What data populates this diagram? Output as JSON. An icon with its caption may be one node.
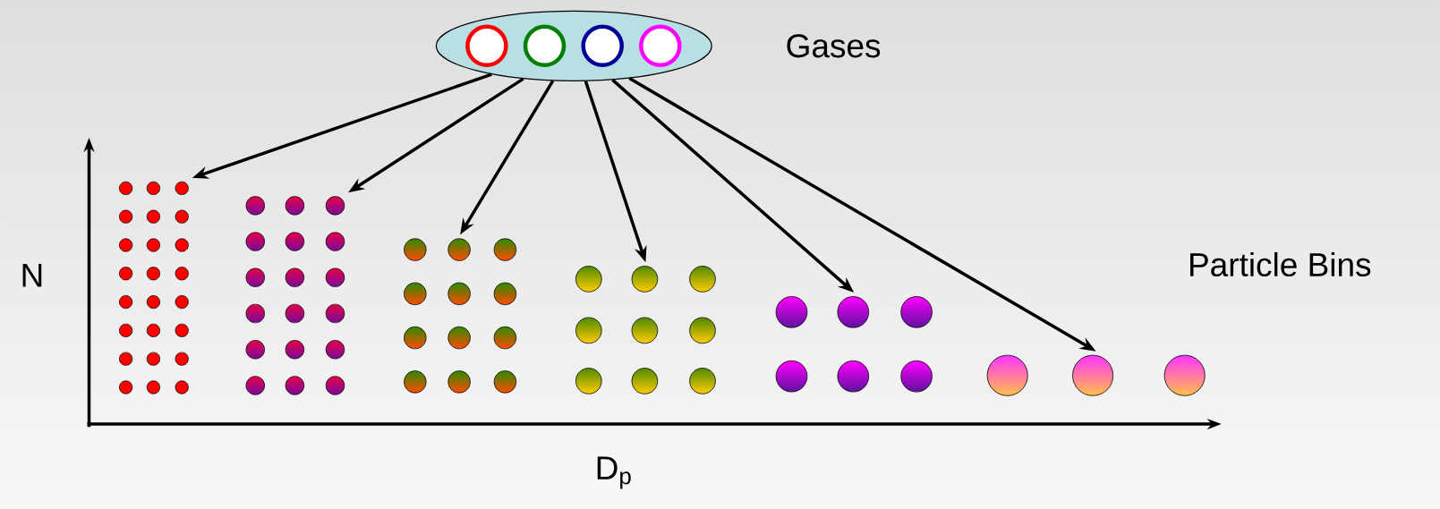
{
  "diagram": {
    "nodes": [
      {
        "text": [],
        "shape": "ellipse",
        "beside": [
          "Gases"
        ]
      },
      {
        "text": [],
        "shape": "box"
      },
      {
        "text": [],
        "shape": "box"
      },
      {
        "text": [],
        "shape": "box"
      },
      {
        "text": [],
        "shape": "box"
      },
      {
        "text": [],
        "shape": "box"
      },
      {
        "text": [],
        "shape": "box"
      }
    ],
    "edges": [
      {
        "from": 0,
        "to": 1,
        "arrow": "to"
      },
      {
        "from": 0,
        "to": 2,
        "arrow": "to"
      },
      {
        "from": 0,
        "to": 3,
        "arrow": "to"
      },
      {
        "from": 0,
        "to": 4,
        "arrow": "to"
      },
      {
        "from": 0,
        "to": 5,
        "arrow": "to"
      },
      {
        "from": 0,
        "to": 6,
        "arrow": "to"
      }
    ],
    "labels": [
      "Particle Bins",
      "N",
      "D$_{p}$"
    ]
  }
}
